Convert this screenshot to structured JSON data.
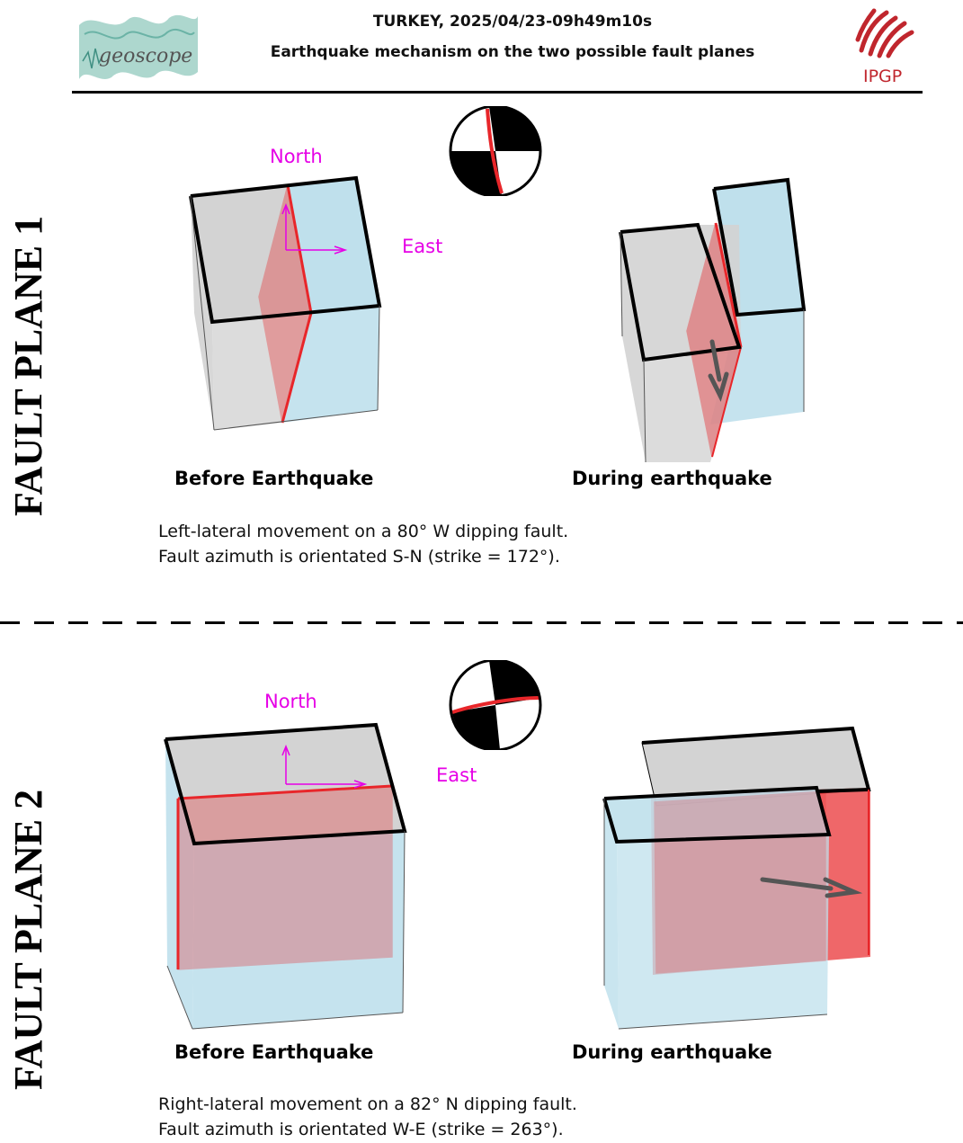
{
  "header": {
    "title": "TURKEY, 2025/04/23-09h49m10s",
    "subtitle": "Earthquake mechanism on the two possible fault planes",
    "left_logo": "geoscope",
    "right_logo": "IPGP"
  },
  "plane1": {
    "side_label": "FAULT PLANE 1",
    "north": "North",
    "east": "East",
    "before": "Before Earthquake",
    "during": "During earthquake",
    "line1": "Left-lateral movement on a 80° W dipping fault.",
    "line2": "Fault azimuth is orientated S-N (strike = 172°)."
  },
  "plane2": {
    "side_label": "FAULT PLANE 2",
    "north": "North",
    "east": "East",
    "before": "Before Earthquake",
    "during": "During earthquake",
    "line1": "Right-lateral movement on a 82° N dipping fault.",
    "line2": "Fault azimuth is orientated W-E (strike = 263°)."
  },
  "colors": {
    "fault_red": "#e8262a",
    "block_grey": "#d3d3d3",
    "block_blue": "#bfe0ec",
    "compass_magenta": "#e600e6",
    "ipgp_red": "#c0262d"
  }
}
